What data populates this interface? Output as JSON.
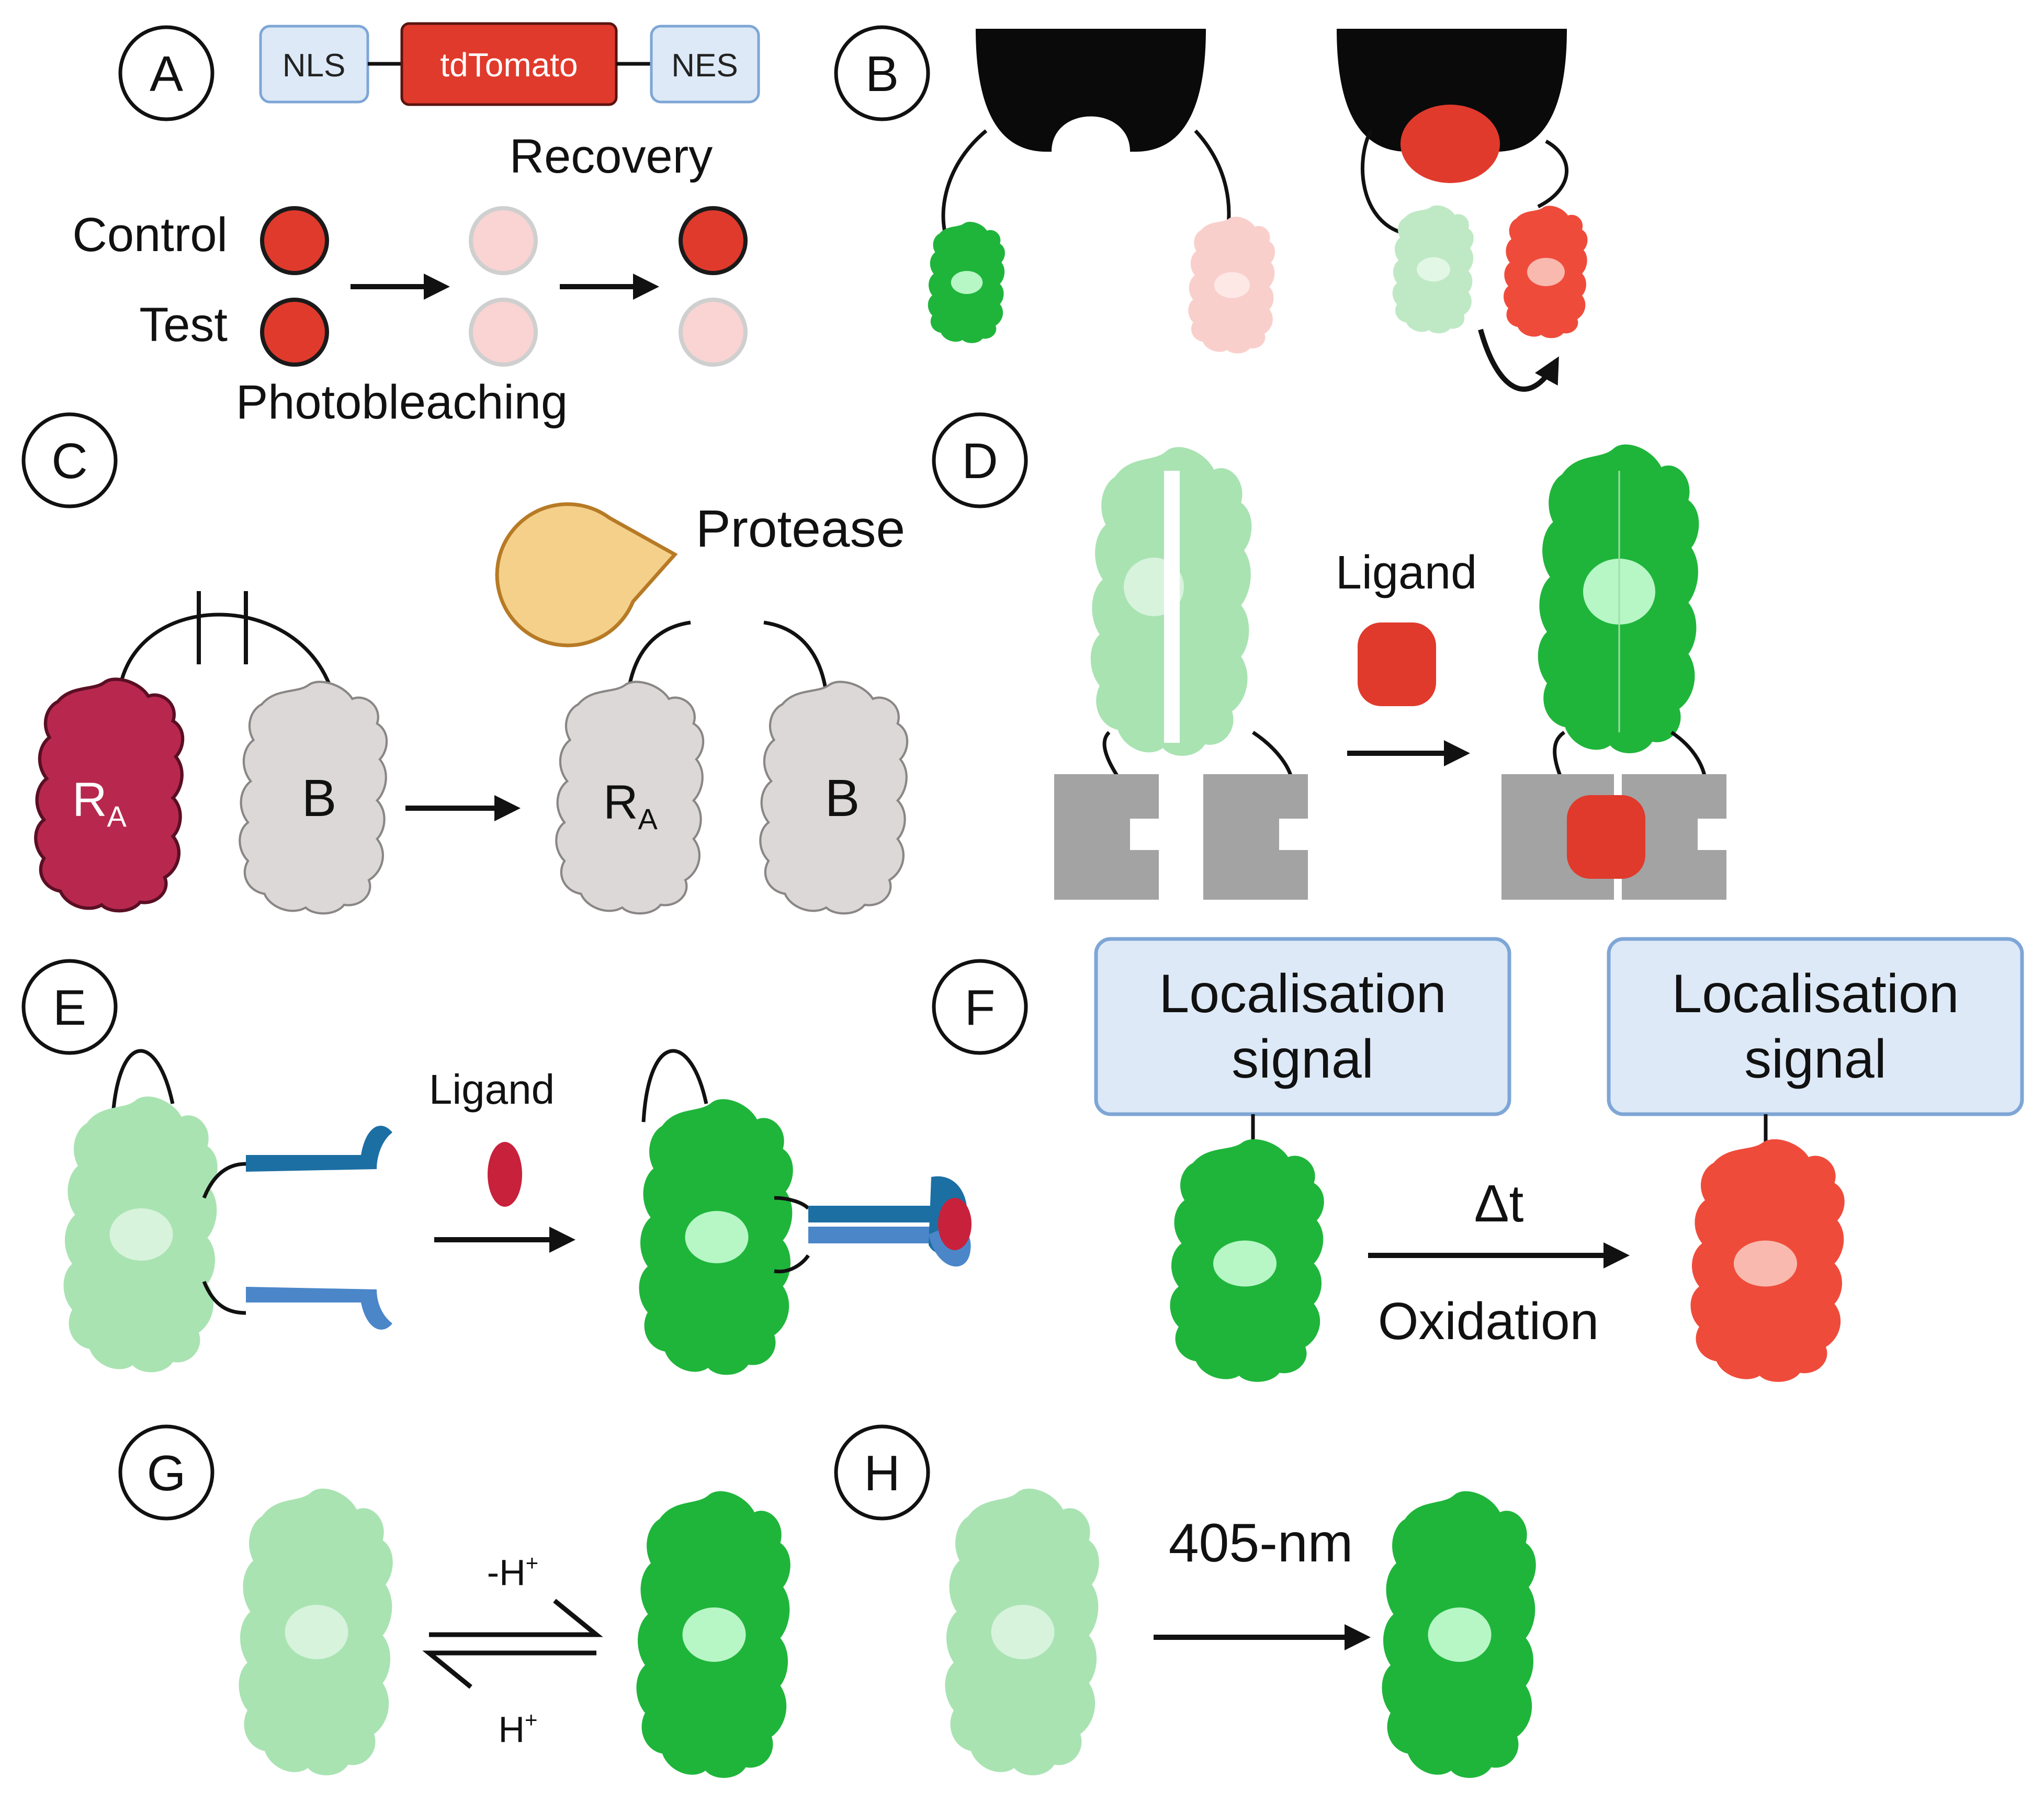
{
  "colors": {
    "green_bright": "#1fb53b",
    "green_faded": "#a9e3b2",
    "red_fp": "#f25a4a",
    "red_dot": "#e03a2c",
    "pink_faded": "#f9cfcc",
    "crimson": "#b8284e",
    "grey_protein": "#d9d5d5",
    "box_fill": "#dde9f7",
    "box_stroke": "#7ea6d6",
    "block_grey": "#a3a3a3",
    "protease": "#f4d08a",
    "protease_stroke": "#b77a25",
    "blue_dark": "#1c6fa3",
    "blue_light": "#4b86c9"
  },
  "panels": {
    "A": {
      "letter": "A",
      "nls": "NLS",
      "tdtomato": "tdTomato",
      "nes": "NES",
      "control": "Control",
      "test": "Test",
      "recovery": "Recovery",
      "photobleaching": "Photobleaching"
    },
    "B": {
      "letter": "B"
    },
    "C": {
      "letter": "C",
      "protease": "Protease",
      "ra": "R",
      "ra_sub": "A",
      "b": "B"
    },
    "D": {
      "letter": "D",
      "ligand": "Ligand"
    },
    "E": {
      "letter": "E",
      "ligand": "Ligand"
    },
    "F": {
      "letter": "F",
      "signal_line1": "Localisation",
      "signal_line2": "signal",
      "delta_t": "Δt",
      "oxidation": "Oxidation"
    },
    "G": {
      "letter": "G",
      "minus_h": "-H",
      "minus_h_sup": "+",
      "plus_h": "H",
      "plus_h_sup": "+"
    },
    "H": {
      "letter": "H",
      "wavelength": "405-nm"
    }
  }
}
